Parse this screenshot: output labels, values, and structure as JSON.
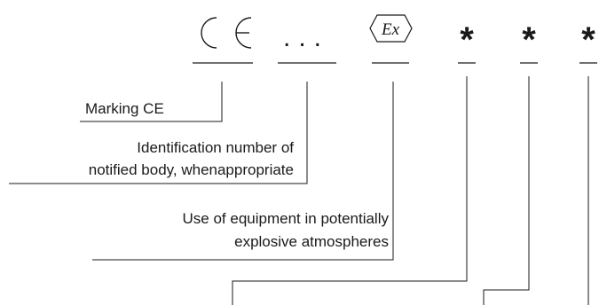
{
  "marks": {
    "ce_symbol": "CE",
    "notified_body": "...",
    "ex_symbol": "Ex",
    "star_1": "*",
    "star_2": "*",
    "star_3": "*"
  },
  "labels": {
    "marking_ce": "Marking CE",
    "notified_body_line1": "Identification number of",
    "notified_body_line2": "notified body, whenappropriate",
    "explosive_line1": "Use of equipment in potentially",
    "explosive_line2": "explosive atmospheres"
  },
  "colors": {
    "ink": "#1a1a1a"
  }
}
